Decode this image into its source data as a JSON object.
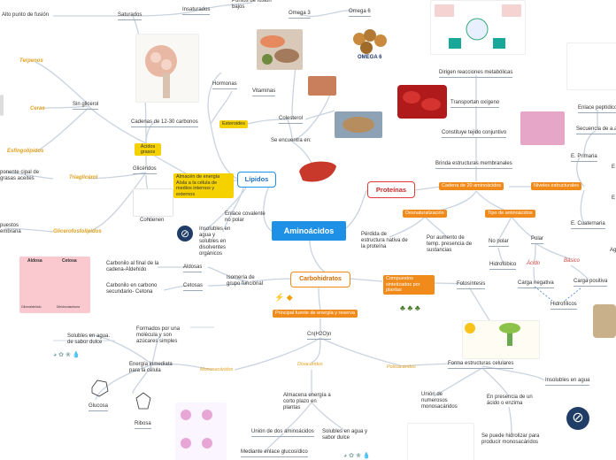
{
  "center": {
    "label": "Aminoácidos"
  },
  "lipidos": {
    "label": "Lípidos",
    "top_left": {
      "alto_punto": "Alto punto de fusión",
      "saturados": "Saturados",
      "insaturados": "Insaturados",
      "puntos_fusion": "Puntos de fusión bajos",
      "omega3": "Omega 3",
      "omega6": "Omega 6",
      "omega6_logo": "OMEGA 6"
    },
    "terpenos": "Terpenos",
    "ceras": "Ceras",
    "esfingolipidos": "Esfingolípidos",
    "sin_glicerol": "Sin glicerol",
    "componente": "ponente\ncipal de grasas\naceites",
    "trigliceroles": "Triaglicérol",
    "puestos": "puestos\nembrana",
    "glicerofosfolipidos": "Glicerofosfolípidos",
    "cadenas": "Cadenas de 12-30 carbonos",
    "acidos_grasos": "Ácidos grasos",
    "gliceridos": "Glicéridos",
    "contienen": "Contienen",
    "almacen": "Almacén de energía Aísla a la célula de medios internos y externos",
    "insolubles": "Insolubles en agua y solubles en disolventes orgánicos",
    "enlace_covalente": "Enlace covalente no polar",
    "hormonas": "Hormonas",
    "vitaminas": "Vitaminas",
    "esteroides": "Esteroides",
    "colesterol": "Colesterol",
    "se_encuentra": "Se encuentra en:"
  },
  "carbohidratos": {
    "label": "Carbohidratos",
    "aldosas": "Aldosas",
    "cetosas": "Cetosas",
    "carbonilo_final": "Carbonilo al final de la cadena-Aldehído",
    "carbonilo_secundario": "Carbonilo en carbono secundario- Cetona",
    "isomeria": "Isomería de grupo funcional",
    "aldosa_cetosa_img": {
      "aldosa": "Aldosa",
      "cetosa": "Cetosa",
      "gliceraldehido": "Gliceraldehído",
      "dihidroxiacetona": "Dihidroxiacetona"
    },
    "compuestos": "Compuestos sintetizados por plantas",
    "fotosintesis": "Fotosíntesis",
    "principal_fuente": "Principal fuente de energía y reserva",
    "formula": "Cn(H2O)n",
    "monosacaridos": "Monosacáridos",
    "disacaridos": "Disacáridos",
    "polisacaridos": "Polisacáridos",
    "solubles_agua": "Solubles en agua. de sabor dulce",
    "formados": "Formados por una molécula y son azúcares simples",
    "energia_inmediata": "Energía inmediata para la célula",
    "glucosa": "Glucosa",
    "ribosa": "Ribosa",
    "almacena": "Almacena energía a corto plazo en plantas",
    "union_dos": "Unión de dos aminoácidos",
    "solubles_dulce": "Solubles en agua y sabor dulce",
    "mediante_enlace": "Mediante enlace glucosídico",
    "forma_estructuras": "Forma estructuras celulares",
    "insolubles_agua": "Insolubles en agua",
    "union_numerosos": "Unión de numerosos monosacáridos",
    "en_presencia": "En presencia de un ácido o enzima",
    "hidrolizar": "Se puede hidrolizar para producir monosacáridos"
  },
  "proteinas": {
    "label": "Proteínas",
    "dirigen": "Dirigen reacciones metabólicas",
    "transportan": "Transportan oxígeno",
    "constituye": "Constituye tejido conjuntivo",
    "brinda": "Brinda estructuras membranales",
    "cadena20": "Cadena de 20 aminoácidos",
    "niveles": "Niveles estructurales",
    "desnaturalizacion": "Desnaturalización",
    "tipo": "Tipo de aminoácidos",
    "perdida": "Pérdida de estructura nativa de la proteína",
    "por_aumento": "Por aumento de temp. presencia de sustancias",
    "no_polar": "No polar",
    "polar": "Polar",
    "hidrofobico": "Hidrofóbico",
    "acido": "Ácido",
    "basico": "Básico",
    "carga_negativa": "Carga negativa",
    "carga_positiva": "Carga positiva",
    "hidrofilico": "Hidrofílicos",
    "e_primaria": "E. Primaria",
    "secuencia": "Secuencia de a.a",
    "enlace_peptidico": "Enlace peptídico",
    "e_cuaternaria": "E. Cuaternaria",
    "ag": "Ag",
    "e_sec": "E",
    "e_ter": "E"
  },
  "colors": {
    "center": "#1e90e6",
    "lipidos": "#1e90e6",
    "carbohidratos": "#f08a1a",
    "proteinas": "#e03a3a",
    "yellow": "#f5d100",
    "italic_label": "#e0a020"
  }
}
